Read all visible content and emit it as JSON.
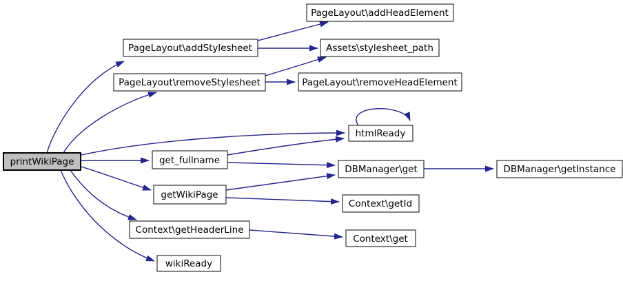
{
  "diagram": {
    "type": "call-graph",
    "edge_color": "#24248f",
    "node_fill": "#ffffff",
    "node_border": "#1c1c1c",
    "highlight_fill": "#bfbfbf",
    "nodes": {
      "printWikiPage": {
        "label": "printWikiPage",
        "highlighted": true
      },
      "addStylesheet": {
        "label": "PageLayout\\addStylesheet"
      },
      "removeStylesheet": {
        "label": "PageLayout\\removeStylesheet"
      },
      "addHeadElement": {
        "label": "PageLayout\\addHeadElement"
      },
      "stylesheetPath": {
        "label": "Assets\\stylesheet_path"
      },
      "removeHeadElement": {
        "label": "PageLayout\\removeHeadElement"
      },
      "htmlReady": {
        "label": "htmlReady"
      },
      "getFullname": {
        "label": "get_fullname"
      },
      "dbmanagerGet": {
        "label": "DBManager\\get"
      },
      "dbmanagerGetInstance": {
        "label": "DBManager\\getInstance"
      },
      "getWikiPage": {
        "label": "getWikiPage"
      },
      "contextGetId": {
        "label": "Context\\getId"
      },
      "contextGetHeaderLine": {
        "label": "Context\\getHeaderLine"
      },
      "contextGet": {
        "label": "Context\\get"
      },
      "wikiReady": {
        "label": "wikiReady"
      }
    },
    "edges": [
      {
        "from": "printWikiPage",
        "to": "PageLayout\\addStylesheet"
      },
      {
        "from": "printWikiPage",
        "to": "PageLayout\\removeStylesheet"
      },
      {
        "from": "printWikiPage",
        "to": "htmlReady"
      },
      {
        "from": "printWikiPage",
        "to": "get_fullname"
      },
      {
        "from": "printWikiPage",
        "to": "getWikiPage"
      },
      {
        "from": "printWikiPage",
        "to": "Context\\getHeaderLine"
      },
      {
        "from": "printWikiPage",
        "to": "wikiReady"
      },
      {
        "from": "PageLayout\\addStylesheet",
        "to": "PageLayout\\addHeadElement"
      },
      {
        "from": "PageLayout\\addStylesheet",
        "to": "Assets\\stylesheet_path"
      },
      {
        "from": "PageLayout\\removeStylesheet",
        "to": "Assets\\stylesheet_path"
      },
      {
        "from": "PageLayout\\removeStylesheet",
        "to": "PageLayout\\removeHeadElement"
      },
      {
        "from": "htmlReady",
        "to": "htmlReady"
      },
      {
        "from": "get_fullname",
        "to": "htmlReady"
      },
      {
        "from": "get_fullname",
        "to": "DBManager\\get"
      },
      {
        "from": "getWikiPage",
        "to": "DBManager\\get"
      },
      {
        "from": "getWikiPage",
        "to": "Context\\getId"
      },
      {
        "from": "DBManager\\get",
        "to": "DBManager\\getInstance"
      },
      {
        "from": "Context\\getHeaderLine",
        "to": "Context\\get"
      }
    ]
  }
}
